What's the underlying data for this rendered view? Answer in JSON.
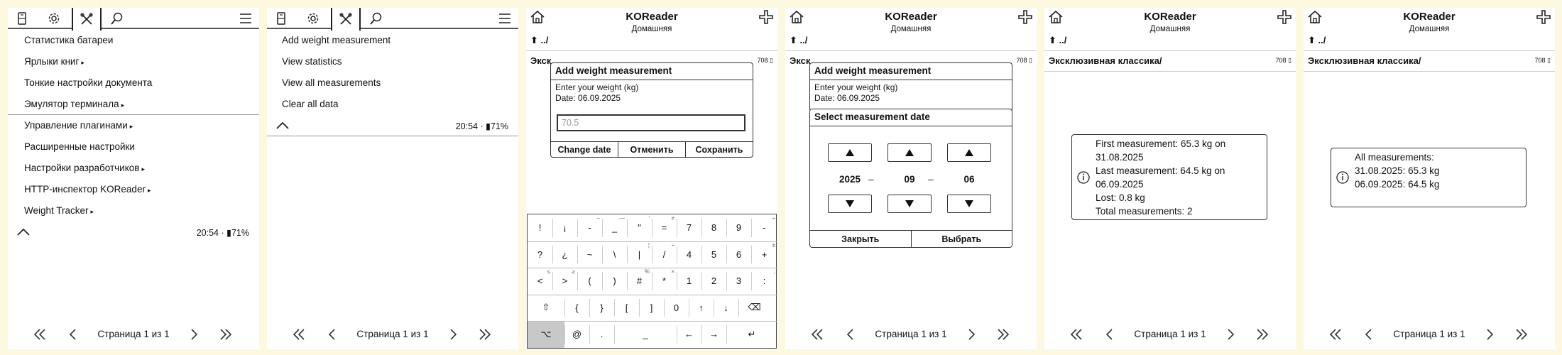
{
  "screen1": {
    "menu_items": [
      {
        "label": "Статистика батареи",
        "arrow": ""
      },
      {
        "label": "Ярлыки книг",
        "arrow": "▸"
      },
      {
        "label": "Тонкие настройки документа",
        "arrow": ""
      },
      {
        "label": "Эмулятор терминала",
        "arrow": "▸"
      },
      {
        "label": "Управление плагинами",
        "arrow": "▸"
      },
      {
        "label": "Расширенные настройки",
        "arrow": ""
      },
      {
        "label": "Настройки разработчиков",
        "arrow": "▸"
      },
      {
        "label": "HTTP-инспектор KOReader",
        "arrow": "▸"
      },
      {
        "label": "Weight Tracker",
        "arrow": "▸"
      }
    ],
    "status": "20:54 · ▮71%"
  },
  "screen2": {
    "menu_items": [
      {
        "label": "Add weight measurement"
      },
      {
        "label": "View statistics"
      },
      {
        "label": "View all measurements"
      },
      {
        "label": "Clear all data"
      }
    ],
    "status": "20:54 · ▮71%"
  },
  "pager": {
    "text": "Страница 1 из 1"
  },
  "fm": {
    "title": "KOReader",
    "subtitle": "Домашняя",
    "up": "⬆ ../",
    "folder": "Эксклюзивная классика/",
    "folder_size": "708",
    "folder_partial": "Экск"
  },
  "weight_dialog": {
    "title": "Add weight measurement",
    "prompt": "Enter your weight (kg)",
    "date": "Date: 06.09.2025",
    "placeholder": "70.5",
    "buttons": [
      "Change date",
      "Отменить",
      "Сохранить"
    ]
  },
  "keyboard": {
    "rows": [
      [
        {
          "k": "!"
        },
        {
          "k": "¡"
        },
        {
          "k": "-",
          "a": "−"
        },
        {
          "k": "_",
          "a": "—"
        },
        {
          "k": "\"",
          "a": "'"
        },
        {
          "k": "=",
          "a": "≠"
        },
        {
          "k": "7"
        },
        {
          "k": "8"
        },
        {
          "k": "9"
        },
        {
          "k": "-",
          "a": "÷"
        }
      ],
      [
        {
          "k": "?"
        },
        {
          "k": "¿"
        },
        {
          "k": "~"
        },
        {
          "k": "\\"
        },
        {
          "k": "|",
          "a": "¦"
        },
        {
          "k": "/",
          "a": "÷"
        },
        {
          "k": "4"
        },
        {
          "k": "5"
        },
        {
          "k": "6"
        },
        {
          "k": "+",
          "a": "±"
        }
      ],
      [
        {
          "k": "<",
          "a": "≤"
        },
        {
          "k": ">",
          "a": "≥"
        },
        {
          "k": "("
        },
        {
          "k": ")"
        },
        {
          "k": "#",
          "a": "%"
        },
        {
          "k": "*",
          "a": "×"
        },
        {
          "k": "1"
        },
        {
          "k": "2"
        },
        {
          "k": "3"
        },
        {
          "k": ":",
          "a": ";"
        }
      ],
      [
        {
          "k": "⇧"
        },
        {
          "k": "{"
        },
        {
          "k": "}"
        },
        {
          "k": "["
        },
        {
          "k": "]"
        },
        {
          "k": "0"
        },
        {
          "k": "↑"
        },
        {
          "k": "↓"
        },
        {
          "k": "⌫"
        }
      ],
      [
        {
          "k": "⌥"
        },
        {
          "k": "@"
        },
        {
          "k": "."
        },
        {
          "k": "_"
        },
        {
          "k": "←"
        },
        {
          "k": "→"
        },
        {
          "k": "↵"
        }
      ]
    ]
  },
  "date_dialog": {
    "title": "Select measurement date",
    "year": "2025",
    "month": "09",
    "day": "06",
    "dash": "–",
    "buttons": [
      "Закрыть",
      "Выбрать"
    ]
  },
  "stats": {
    "lines": [
      "First measurement: 65.3 kg on",
      "31.08.2025",
      "Last measurement: 64.5 kg on",
      "06.09.2025",
      "Lost: 0.8 kg",
      "Total measurements: 2"
    ]
  },
  "all_measurements": {
    "lines": [
      "All measurements:",
      "31.08.2025: 65.3 kg",
      "06.09.2025: 64.5 kg"
    ]
  }
}
